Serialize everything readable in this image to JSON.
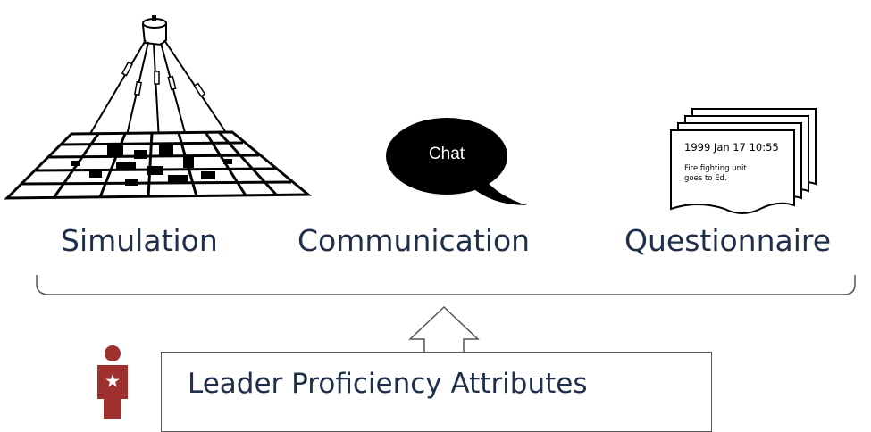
{
  "items": [
    {
      "label": "Simulation",
      "icon": "simulation-grid-icon"
    },
    {
      "label": "Communication",
      "icon": "speech-bubble-icon"
    },
    {
      "label": "Questionnaire",
      "icon": "document-stack-icon"
    }
  ],
  "chat_bubble": {
    "text": "Chat"
  },
  "document": {
    "date_line": "1999 Jan 17 10:55",
    "body_line1": "Fire fighting unit",
    "body_line2": "goes to Ed."
  },
  "attributes": {
    "label": "Leader Proficiency Attributes"
  },
  "colors": {
    "text": "#1f2f4a",
    "bracket": "#555555",
    "person": "#a0302e",
    "bubble": "#000000"
  },
  "icons": {
    "arrow": "up-arrow-icon",
    "person": "leader-person-icon",
    "bracket": "brace-bracket"
  }
}
